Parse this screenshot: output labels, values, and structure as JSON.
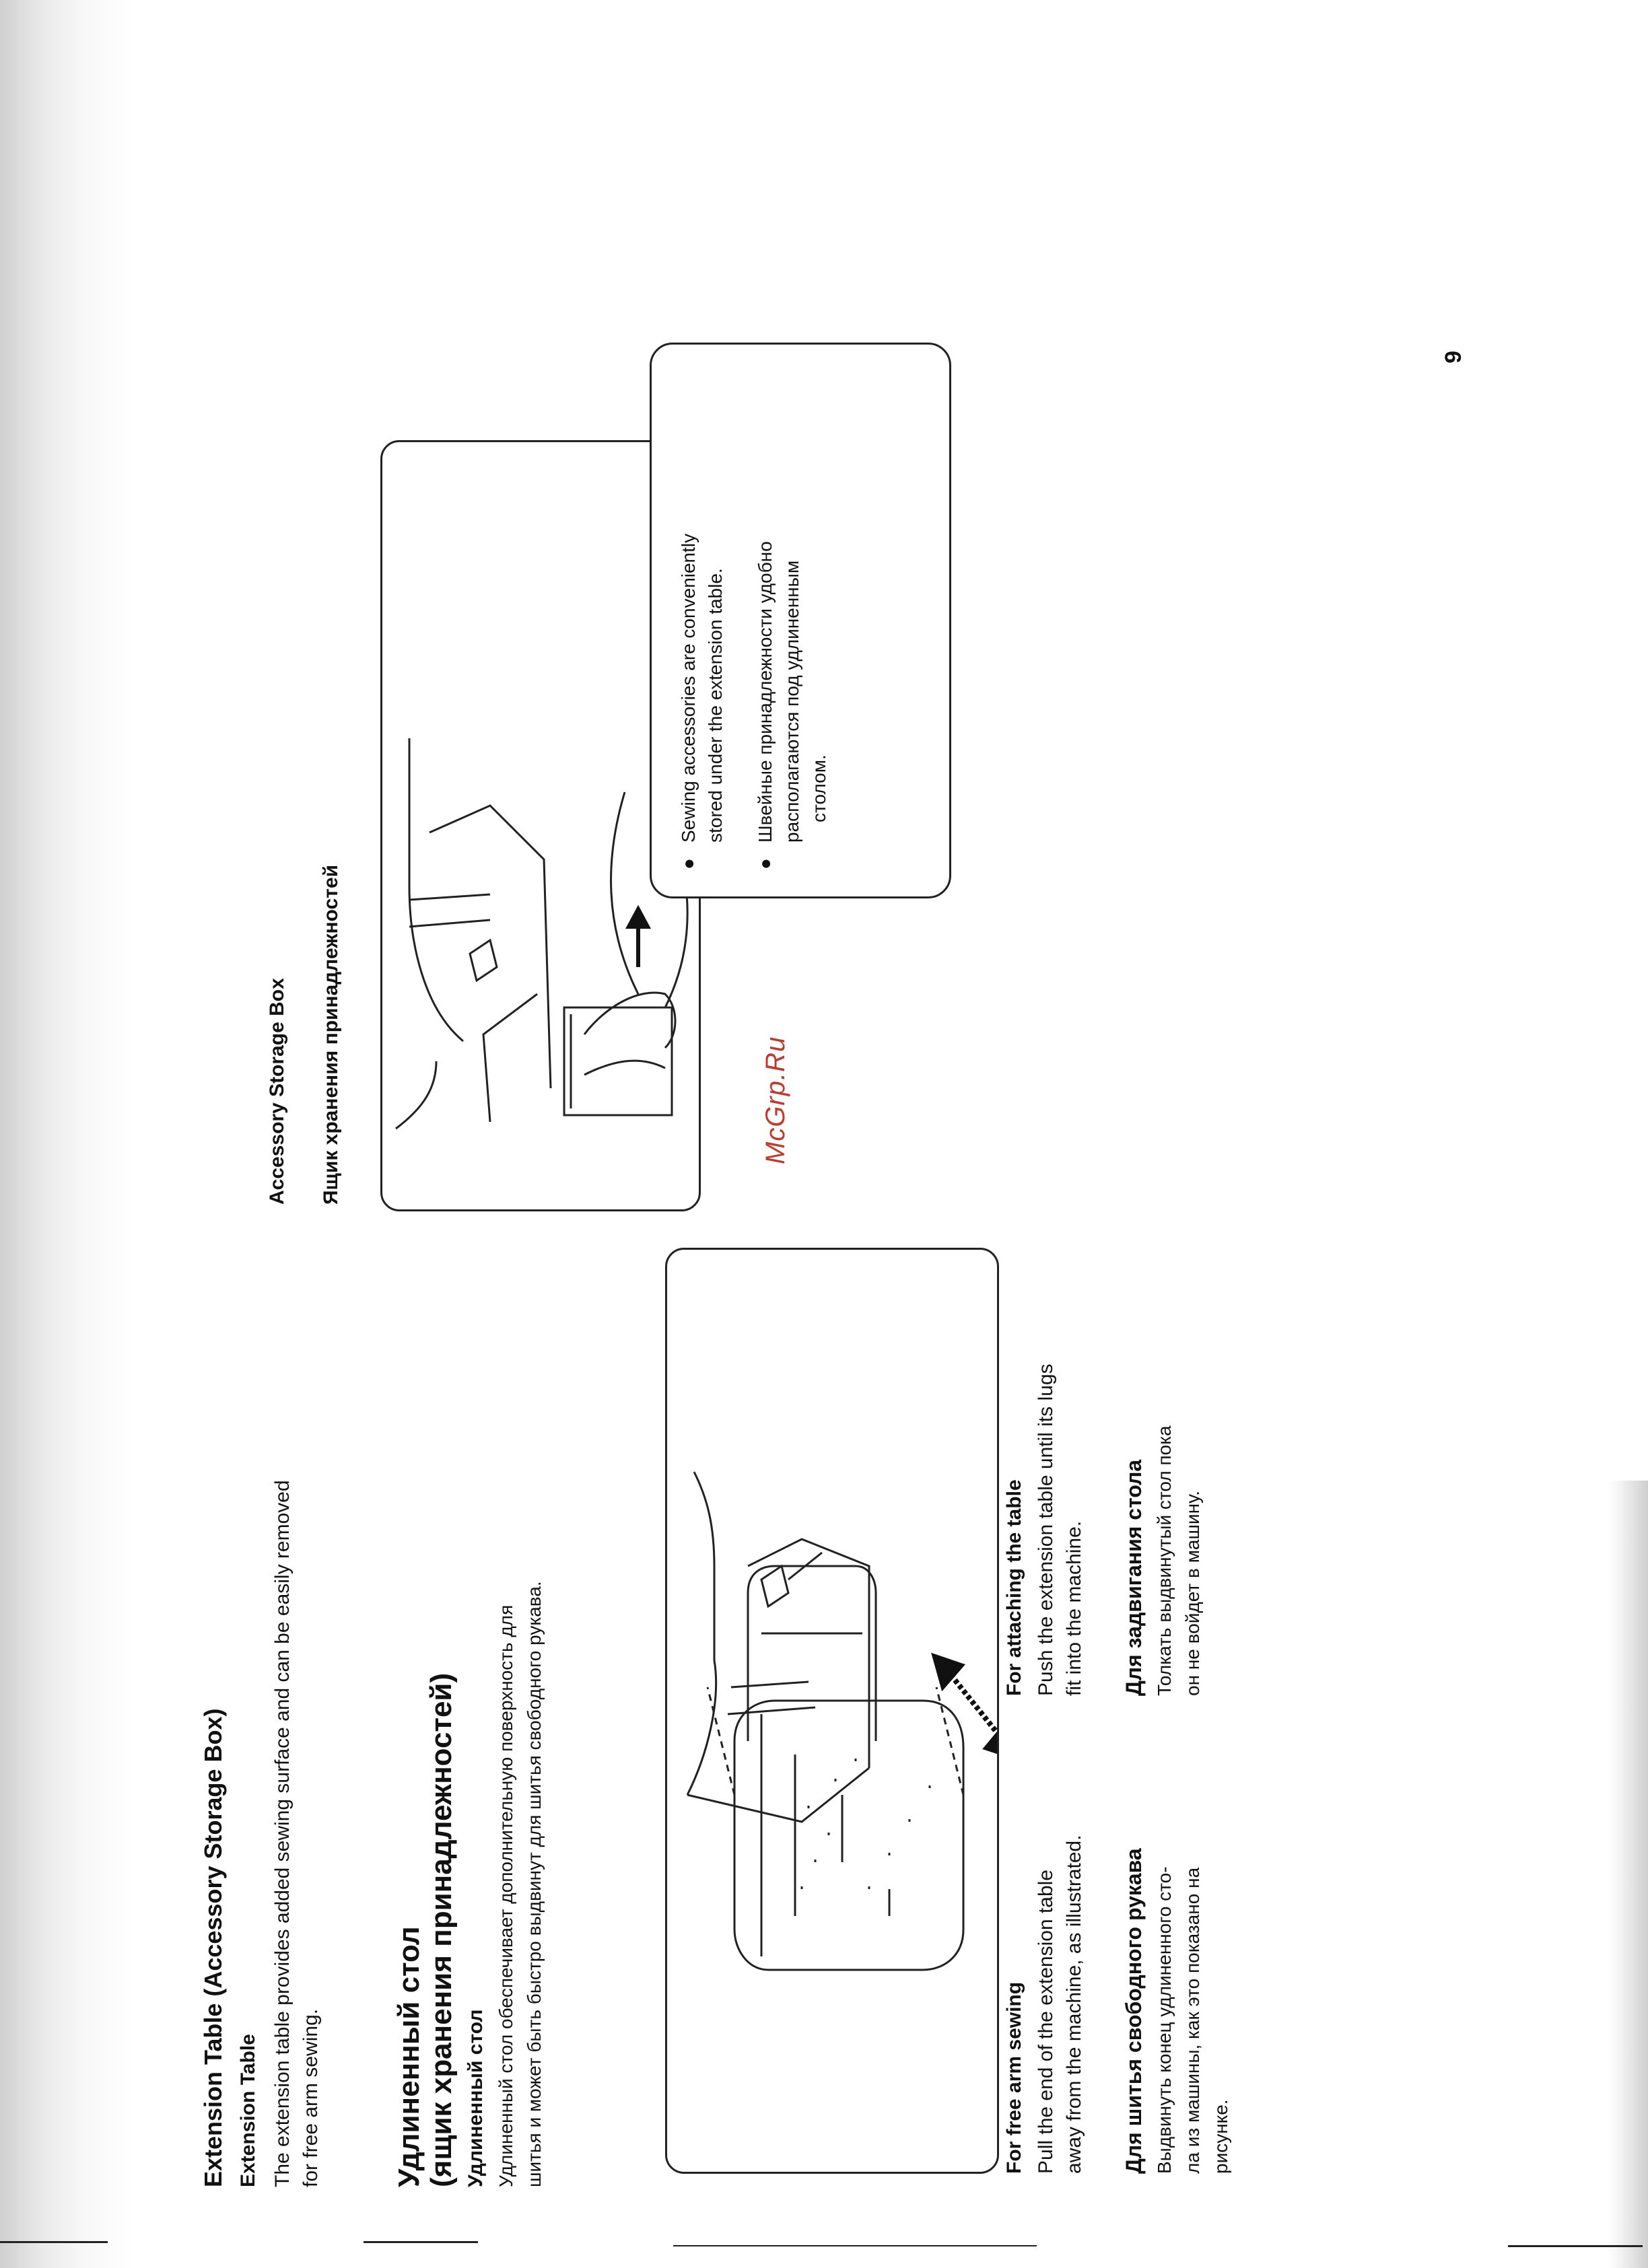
{
  "extension": {
    "title": "Extension Table (Accessory Storage Box)",
    "subtitle": "Extension Table",
    "body_line1": "The extension table provides added sewing surface and can be easily removed",
    "body_line2": "for free arm sewing."
  },
  "extension_ru": {
    "title_line1": "Удлиненный стол",
    "title_line2": "(ящик хранения принадлежностей)",
    "subtitle": "Удлиненный стол",
    "body_line1": "Удлиненный стол обеспечивает дополнительную поверхность для",
    "body_line2": "шитья и может быть быстро выдвинут для шитья свободного рукава."
  },
  "free_arm": {
    "heading": "For free arm sewing",
    "line1": "Pull the end of the extension table",
    "line2": "away from the machine, as illustrated."
  },
  "free_arm_ru": {
    "heading": "Для шитья свободного рукава",
    "line1": "Выдвинуть конец удлиненного сто-",
    "line2": "ла из машины, как это показано на",
    "line3": "рисунке."
  },
  "attaching": {
    "heading": "For attaching the table",
    "line1": "Push the extension table until its lugs",
    "line2": "fit into the machine."
  },
  "attaching_ru": {
    "heading": "Для задвигания стола",
    "line1": "Толкать выдвинутый стол пока",
    "line2": "он не войдет в машину."
  },
  "storage": {
    "heading": "Accessory Storage Box",
    "heading_ru": "Ящик хранения принадлежностей"
  },
  "callout": {
    "en_line1": "Sewing  accessories  are  conveniently",
    "en_line2": "stored under the extension table.",
    "ru_line1": "Швейные принадлежности удобно",
    "ru_line2": "располагаются под удлиненным",
    "ru_line3": "столом."
  },
  "watermark": "McGrp.Ru",
  "page_number": "9"
}
